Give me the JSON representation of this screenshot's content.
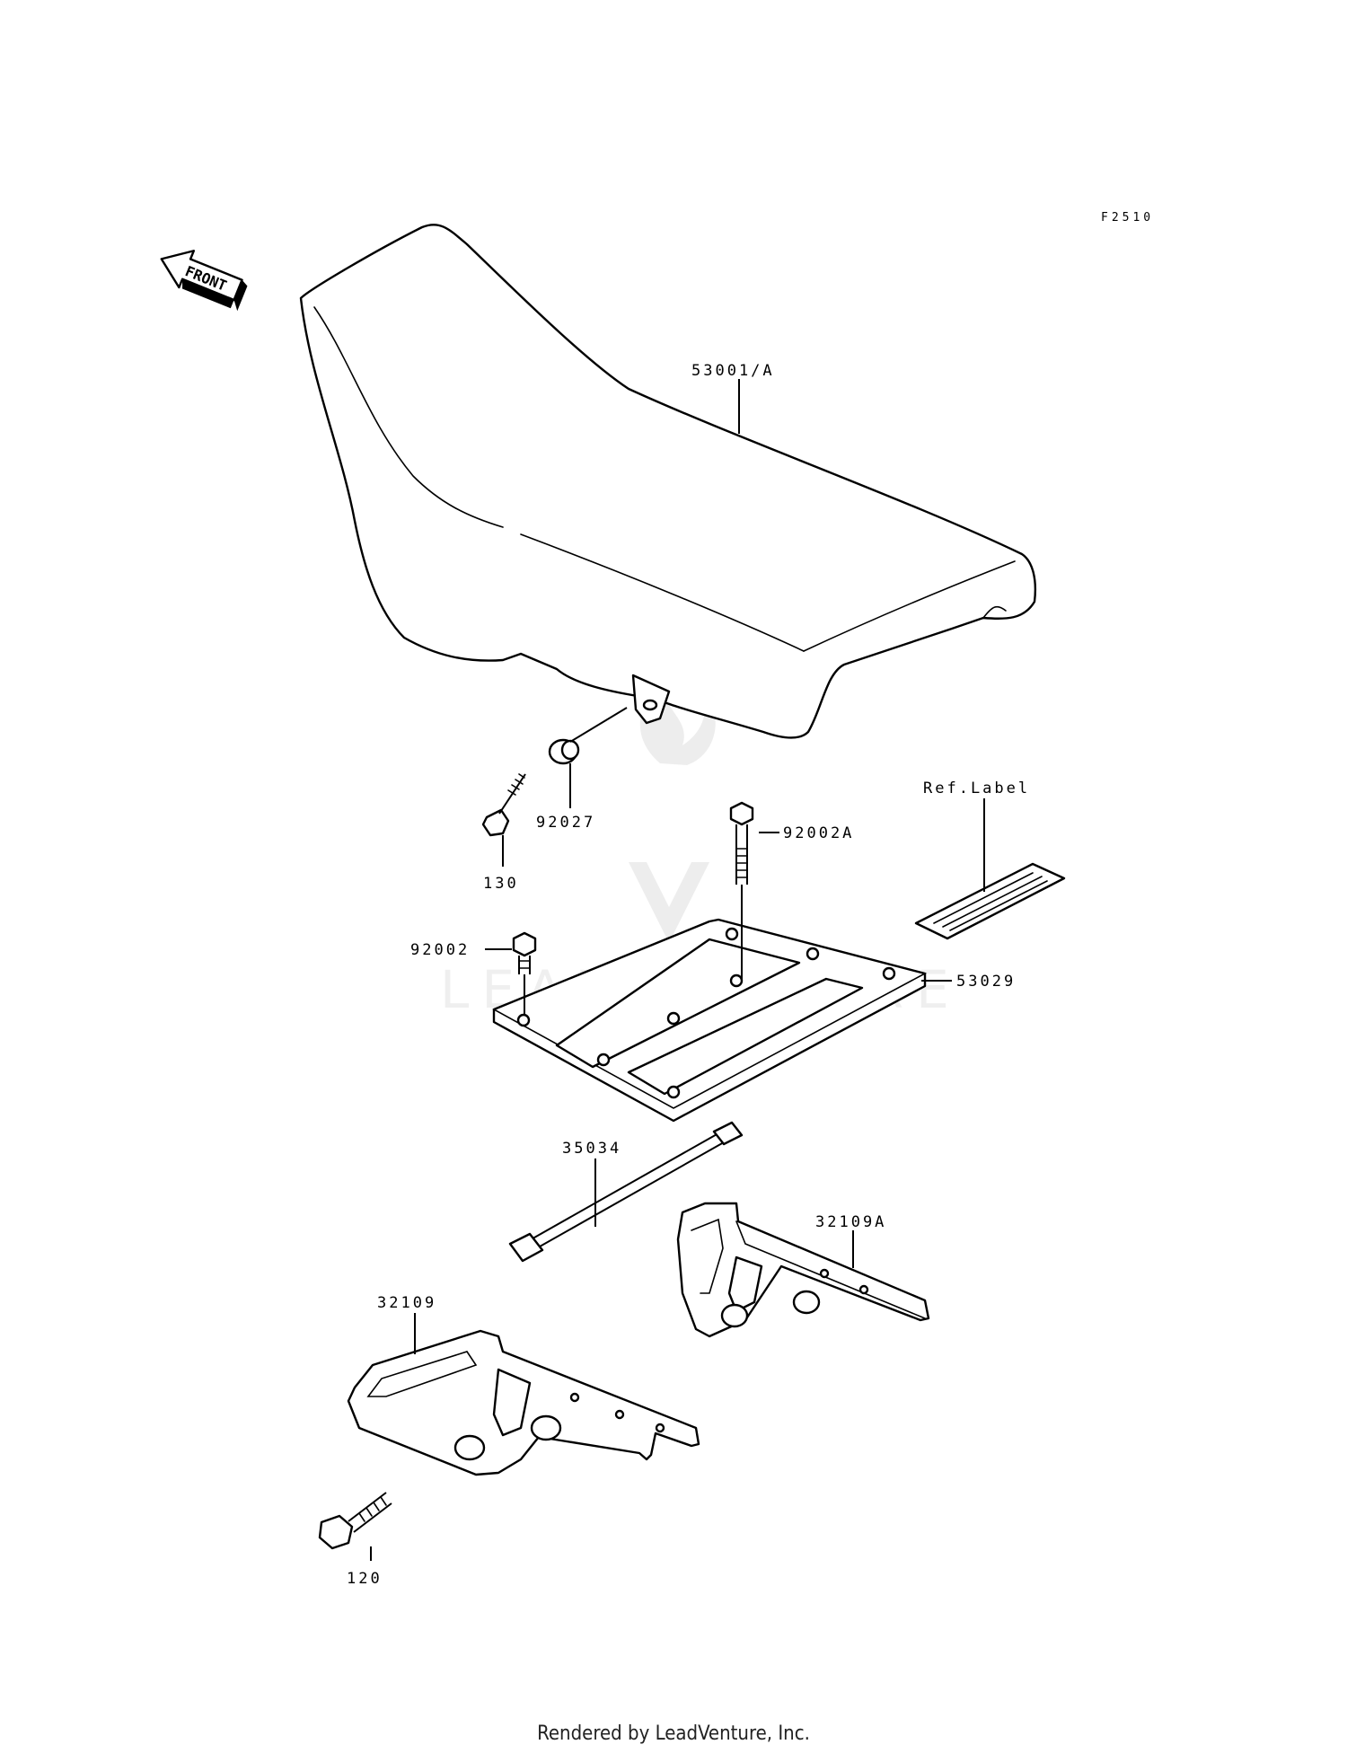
{
  "diagram_code": "F2510",
  "front_arrow": {
    "label": "FRONT",
    "icon": "front-arrow-icon"
  },
  "parts": [
    {
      "number": "53001/A"
    },
    {
      "number": "92027"
    },
    {
      "number": "130"
    },
    {
      "number": "92002A"
    },
    {
      "number": "Ref.Label"
    },
    {
      "number": "92002"
    },
    {
      "number": "53029"
    },
    {
      "number": "35034"
    },
    {
      "number": "32109A"
    },
    {
      "number": "32109"
    },
    {
      "number": "120"
    }
  ],
  "watermark": {
    "text": "LEADVENTURE",
    "icon": "leadventure-logo-watermark"
  },
  "footer": {
    "text": "Rendered by LeadVenture, Inc."
  }
}
